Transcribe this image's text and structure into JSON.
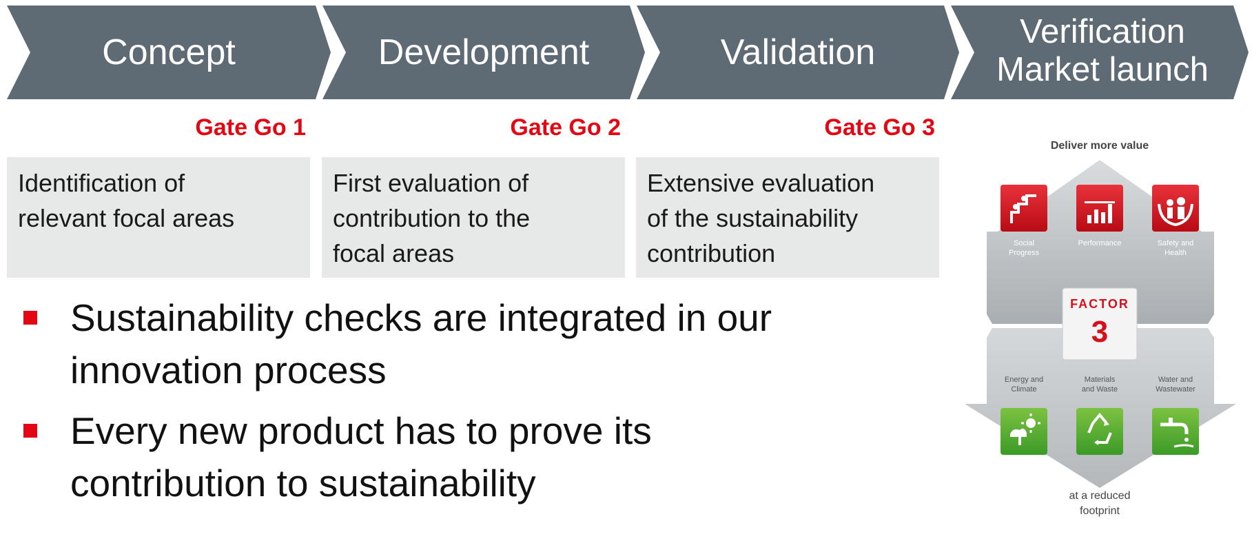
{
  "process": {
    "stages": [
      {
        "label": "Concept"
      },
      {
        "label": "Development"
      },
      {
        "label": "Validation"
      },
      {
        "label_line1": "Verification",
        "label_line2": "Market launch"
      }
    ],
    "gates": [
      "Gate Go 1",
      "Gate Go 2",
      "Gate Go 3"
    ],
    "boxes": [
      {
        "line1": "Identification of",
        "line2": "relevant focal areas",
        "line3": ""
      },
      {
        "line1": "First evaluation of",
        "line2": "contribution to the",
        "line3": "focal areas"
      },
      {
        "line1": "Extensive evaluation",
        "line2": "of the sustainability",
        "line3": "contribution"
      }
    ]
  },
  "bullets": [
    {
      "line1": "Sustainability checks are integrated in our",
      "line2": "innovation process"
    },
    {
      "line1": "Every new product has to prove its",
      "line2": "contribution to sustainability"
    }
  ],
  "factor_graphic": {
    "top_caption": "Deliver more value",
    "bottom_caption_line1": "at a reduced",
    "bottom_caption_line2": "footprint",
    "factor_word": "FACTOR",
    "factor_number": "3",
    "value_items": [
      {
        "line1": "Social",
        "line2": "Progress",
        "icon": "people-growth-icon"
      },
      {
        "line1": "Performance",
        "line2": "",
        "icon": "bar-chart-icon"
      },
      {
        "line1": "Safety and",
        "line2": "Health",
        "icon": "hands-family-icon"
      }
    ],
    "footprint_items": [
      {
        "line1": "Energy and",
        "line2": "Climate",
        "icon": "sun-plug-icon"
      },
      {
        "line1": "Materials",
        "line2": "and Waste",
        "icon": "recycle-icon"
      },
      {
        "line1": "Water and",
        "line2": "Wastewater",
        "icon": "faucet-icon"
      }
    ]
  },
  "colors": {
    "chevron": "#5f6b74",
    "gate_red": "#e30613",
    "box_gray": "#e7e8e8",
    "value_red": "#d3101c",
    "footprint_green": "#4fa52e"
  }
}
